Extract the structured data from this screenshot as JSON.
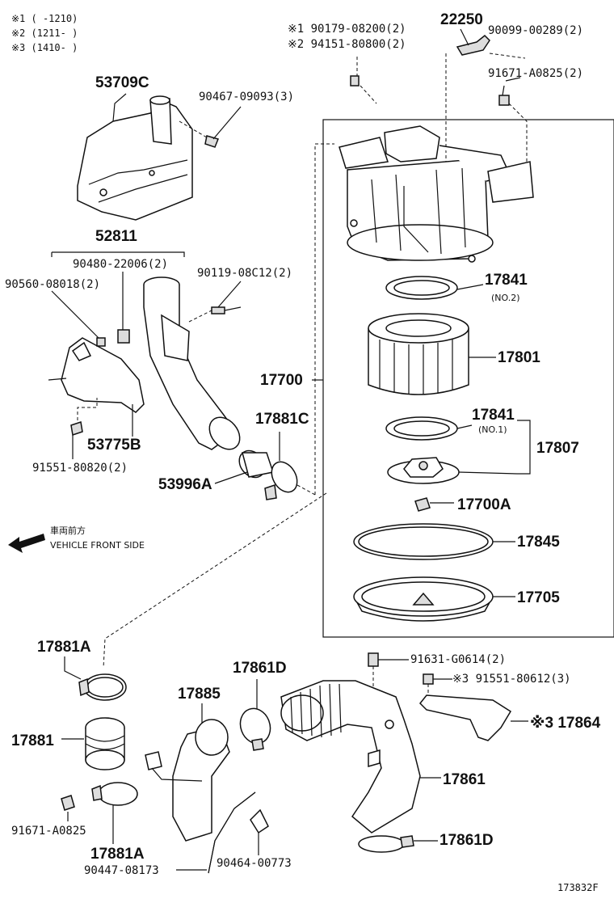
{
  "notes": {
    "n1": "※1 (     -1210)",
    "n2": "※2 (1211-      )",
    "n3": "※3 (1410-      )"
  },
  "labels": {
    "p90179": "※1 90179-08200(2)",
    "p94151": "※2 94151-80800(2)",
    "p22250": "22250",
    "p90099": "90099-00289(2)",
    "p91671a": "91671-A0825(2)",
    "p53709c": "53709C",
    "p90467": "90467-09093(3)",
    "p52811": "52811",
    "p90480": "90480-22006(2)",
    "p90560": "90560-08018(2)",
    "p90119": "90119-08C12(2)",
    "p17841a": "17841",
    "p_no2": "(NO.2)",
    "p17801": "17801",
    "p17700": "17700",
    "p17881c": "17881C",
    "p53775b": "53775B",
    "p91551a": "91551-80820(2)",
    "p53996a": "53996A",
    "p17841b": "17841",
    "p_no1": "(NO.1)",
    "p17807": "17807",
    "p17700a": "17700A",
    "p17845": "17845",
    "p17705": "17705",
    "front_jp": "車両前方",
    "front_en": "VEHICLE FRONT SIDE",
    "p17881a1": "17881A",
    "p91631": "91631-G0614(2)",
    "p91551b": "※3  91551-80612(3)",
    "p17861d1": "17861D",
    "p17885": "17885",
    "p17864": "※3 17864",
    "p17881": "17881",
    "p17861": "17861",
    "p91671b": "91671-A0825",
    "p17881a2": "17881A",
    "p17861d2": "17861D",
    "p90464": "90464-00773",
    "p90447": "90447-08173",
    "fig": "173832F"
  }
}
